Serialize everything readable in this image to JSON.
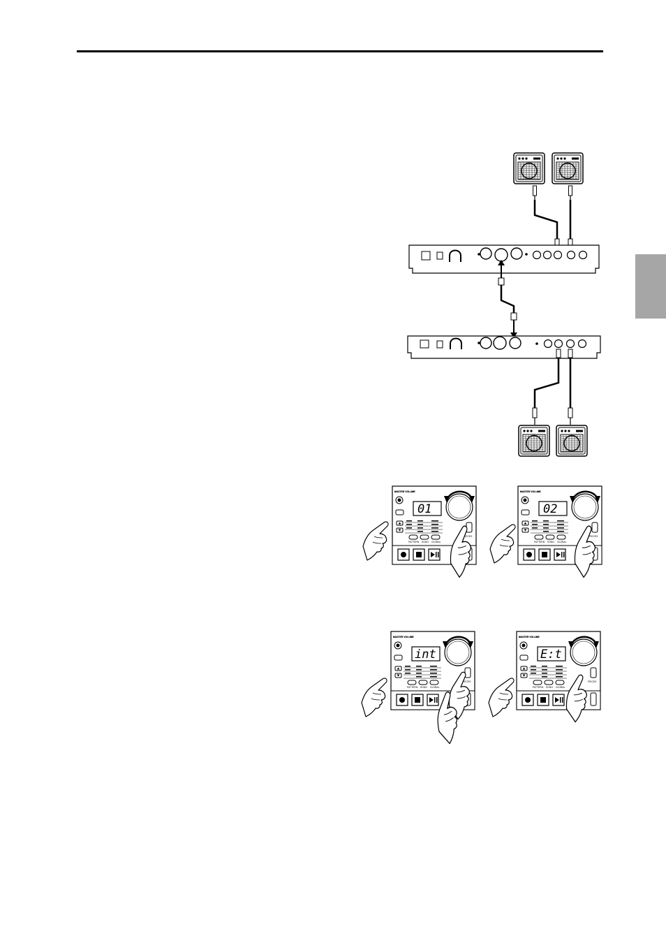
{
  "header": {
    "rule": true
  },
  "side_tab": {
    "color": "#a6a6a6"
  },
  "panels": {
    "p1": {
      "display": "01",
      "volume_label": "MASTER VOLUME",
      "buttons": [
        "PATTERN",
        "SONG",
        "GLOBAL"
      ],
      "side_label": "PIECES"
    },
    "p2": {
      "display": "02",
      "volume_label": "MASTER VOLUME",
      "buttons": [
        "PATTERN",
        "SONG",
        "GLOBAL"
      ],
      "side_label": "PIECES"
    },
    "p3": {
      "display": "int",
      "volume_label": "MASTER VOLUME",
      "buttons": [
        "PATTERN",
        "SONG",
        "GLOBAL"
      ],
      "side_label": "PIECES"
    },
    "p4": {
      "display": "E:t",
      "volume_label": "MASTER VOLUME",
      "buttons": [
        "PATTERN",
        "SONG",
        "GLOBAL"
      ],
      "side_label": "PIECES"
    }
  }
}
